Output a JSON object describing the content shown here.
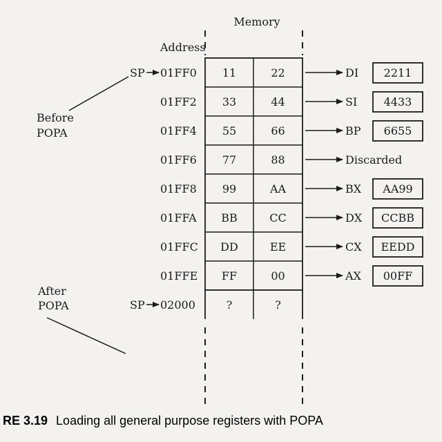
{
  "title": "Memory",
  "address_header": "Address",
  "rows": [
    {
      "address": "01FF0",
      "low": "11",
      "high": "22",
      "dest": "DI",
      "register_value": "2211"
    },
    {
      "address": "01FF2",
      "low": "33",
      "high": "44",
      "dest": "SI",
      "register_value": "4433"
    },
    {
      "address": "01FF4",
      "low": "55",
      "high": "66",
      "dest": "BP",
      "register_value": "6655"
    },
    {
      "address": "01FF6",
      "low": "77",
      "high": "88",
      "dest": "Discarded",
      "register_value": ""
    },
    {
      "address": "01FF8",
      "low": "99",
      "high": "AA",
      "dest": "BX",
      "register_value": "AA99"
    },
    {
      "address": "01FFA",
      "low": "BB",
      "high": "CC",
      "dest": "DX",
      "register_value": "CCBB"
    },
    {
      "address": "01FFC",
      "low": "DD",
      "high": "EE",
      "dest": "CX",
      "register_value": "EEDD"
    },
    {
      "address": "01FFE",
      "low": "FF",
      "high": "00",
      "dest": "AX",
      "register_value": "00FF"
    },
    {
      "address": "02000",
      "low": "?",
      "high": "?",
      "dest": "",
      "register_value": ""
    }
  ],
  "sp_label": "SP",
  "sp_before_row": 0,
  "sp_after_row": 8,
  "before_label": [
    "Before",
    "POPA"
  ],
  "after_label": [
    "After",
    "POPA"
  ],
  "caption": {
    "number": "RE 3.19",
    "text": "Loading all general purpose registers with POPA"
  }
}
